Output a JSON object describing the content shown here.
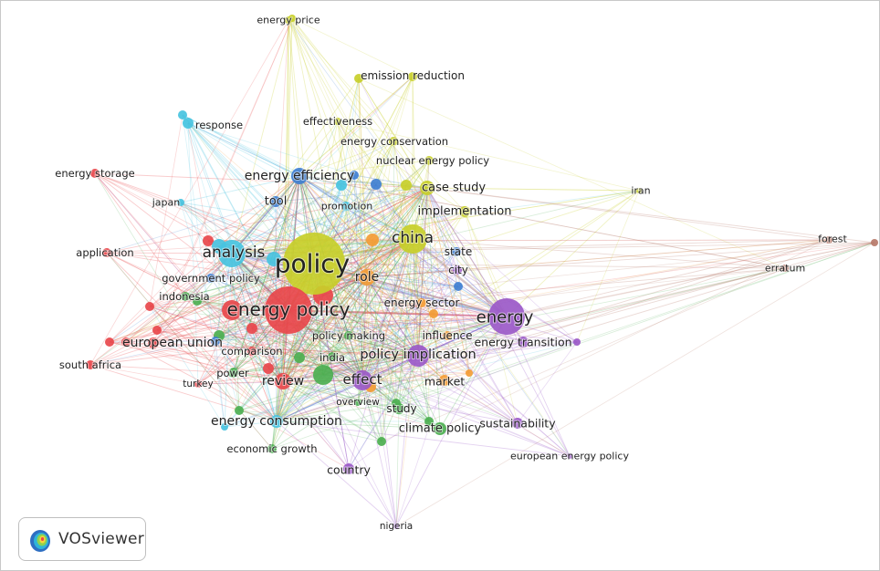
{
  "app": {
    "badge_text": "VOSviewer"
  },
  "colors": {
    "red": "#e8474b",
    "green": "#4caf50",
    "blue": "#3f7fd1",
    "yellow": "#c8cf2a",
    "purple": "#9b59c8",
    "cyan": "#48c3e0",
    "orange": "#f39c35",
    "brown": "#b77a6a"
  },
  "terms": [
    {
      "label": "energy price",
      "cluster": "yellow"
    },
    {
      "label": "emission reduction",
      "cluster": "yellow"
    },
    {
      "label": "response",
      "cluster": "cyan"
    },
    {
      "label": "effectiveness",
      "cluster": "yellow"
    },
    {
      "label": "energy conservation",
      "cluster": "yellow"
    },
    {
      "label": "energy storage",
      "cluster": "red"
    },
    {
      "label": "nuclear energy policy",
      "cluster": "yellow"
    },
    {
      "label": "energy efficiency",
      "cluster": "blue"
    },
    {
      "label": "case study",
      "cluster": "yellow"
    },
    {
      "label": "iran",
      "cluster": "yellow"
    },
    {
      "label": "japan",
      "cluster": "cyan"
    },
    {
      "label": "tool",
      "cluster": "blue"
    },
    {
      "label": "promotion",
      "cluster": "cyan"
    },
    {
      "label": "implementation",
      "cluster": "yellow"
    },
    {
      "label": "china",
      "cluster": "yellow"
    },
    {
      "label": "forest",
      "cluster": "brown"
    },
    {
      "label": "analysis",
      "cluster": "cyan"
    },
    {
      "label": "application",
      "cluster": "red"
    },
    {
      "label": "policy",
      "cluster": "yellow"
    },
    {
      "label": "state",
      "cluster": "blue"
    },
    {
      "label": "erratum",
      "cluster": "brown"
    },
    {
      "label": "city",
      "cluster": "purple"
    },
    {
      "label": "government policy",
      "cluster": "blue"
    },
    {
      "label": "role",
      "cluster": "orange"
    },
    {
      "label": "indonesia",
      "cluster": "green"
    },
    {
      "label": "energy policy",
      "cluster": "red"
    },
    {
      "label": "energy sector",
      "cluster": "orange"
    },
    {
      "label": "energy",
      "cluster": "purple"
    },
    {
      "label": "policy making",
      "cluster": "green"
    },
    {
      "label": "influence",
      "cluster": "orange"
    },
    {
      "label": "european union",
      "cluster": "red"
    },
    {
      "label": "energy transition",
      "cluster": "purple"
    },
    {
      "label": "comparison",
      "cluster": "red"
    },
    {
      "label": "india",
      "cluster": "green"
    },
    {
      "label": "policy implication",
      "cluster": "purple"
    },
    {
      "label": "south africa",
      "cluster": "red"
    },
    {
      "label": "power",
      "cluster": "green"
    },
    {
      "label": "effect",
      "cluster": "purple"
    },
    {
      "label": "market",
      "cluster": "orange"
    },
    {
      "label": "review",
      "cluster": "red"
    },
    {
      "label": "turkey",
      "cluster": "red"
    },
    {
      "label": "overview",
      "cluster": "green"
    },
    {
      "label": "study",
      "cluster": "green"
    },
    {
      "label": "energy consumption",
      "cluster": "cyan"
    },
    {
      "label": "sustainability",
      "cluster": "purple"
    },
    {
      "label": "climate policy",
      "cluster": "green"
    },
    {
      "label": "economic growth",
      "cluster": "green"
    },
    {
      "label": "european energy policy",
      "cluster": "purple"
    },
    {
      "label": "country",
      "cluster": "purple"
    },
    {
      "label": "nigeria",
      "cluster": "purple"
    }
  ]
}
